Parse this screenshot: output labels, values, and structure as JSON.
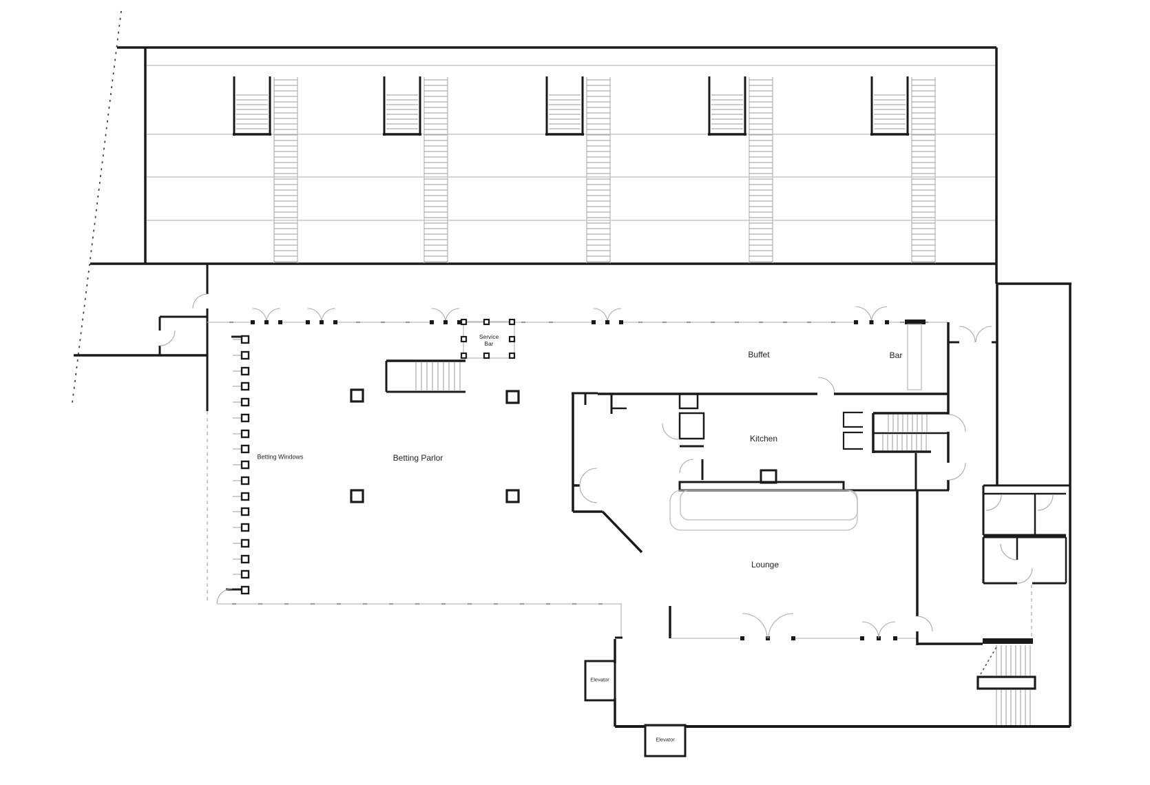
{
  "plan": {
    "type": "architectural-floor-plan",
    "labels": {
      "betting_windows": "Betting Windows",
      "betting_parlor": "Betting Parlor",
      "service_bar_line1": "Service",
      "service_bar_line2": "Bar",
      "buffet": "Buffet",
      "bar": "Bar",
      "kitchen": "Kitchen",
      "lounge": "Lounge",
      "elevator_west": "Elevator",
      "elevator_south": "Elevator"
    },
    "colors": {
      "background": "#ffffff",
      "wall": "#1a1a1a",
      "light_wall": "#bbbbbb",
      "tread": "#999999",
      "door_swing": "#aaaaaa"
    }
  }
}
